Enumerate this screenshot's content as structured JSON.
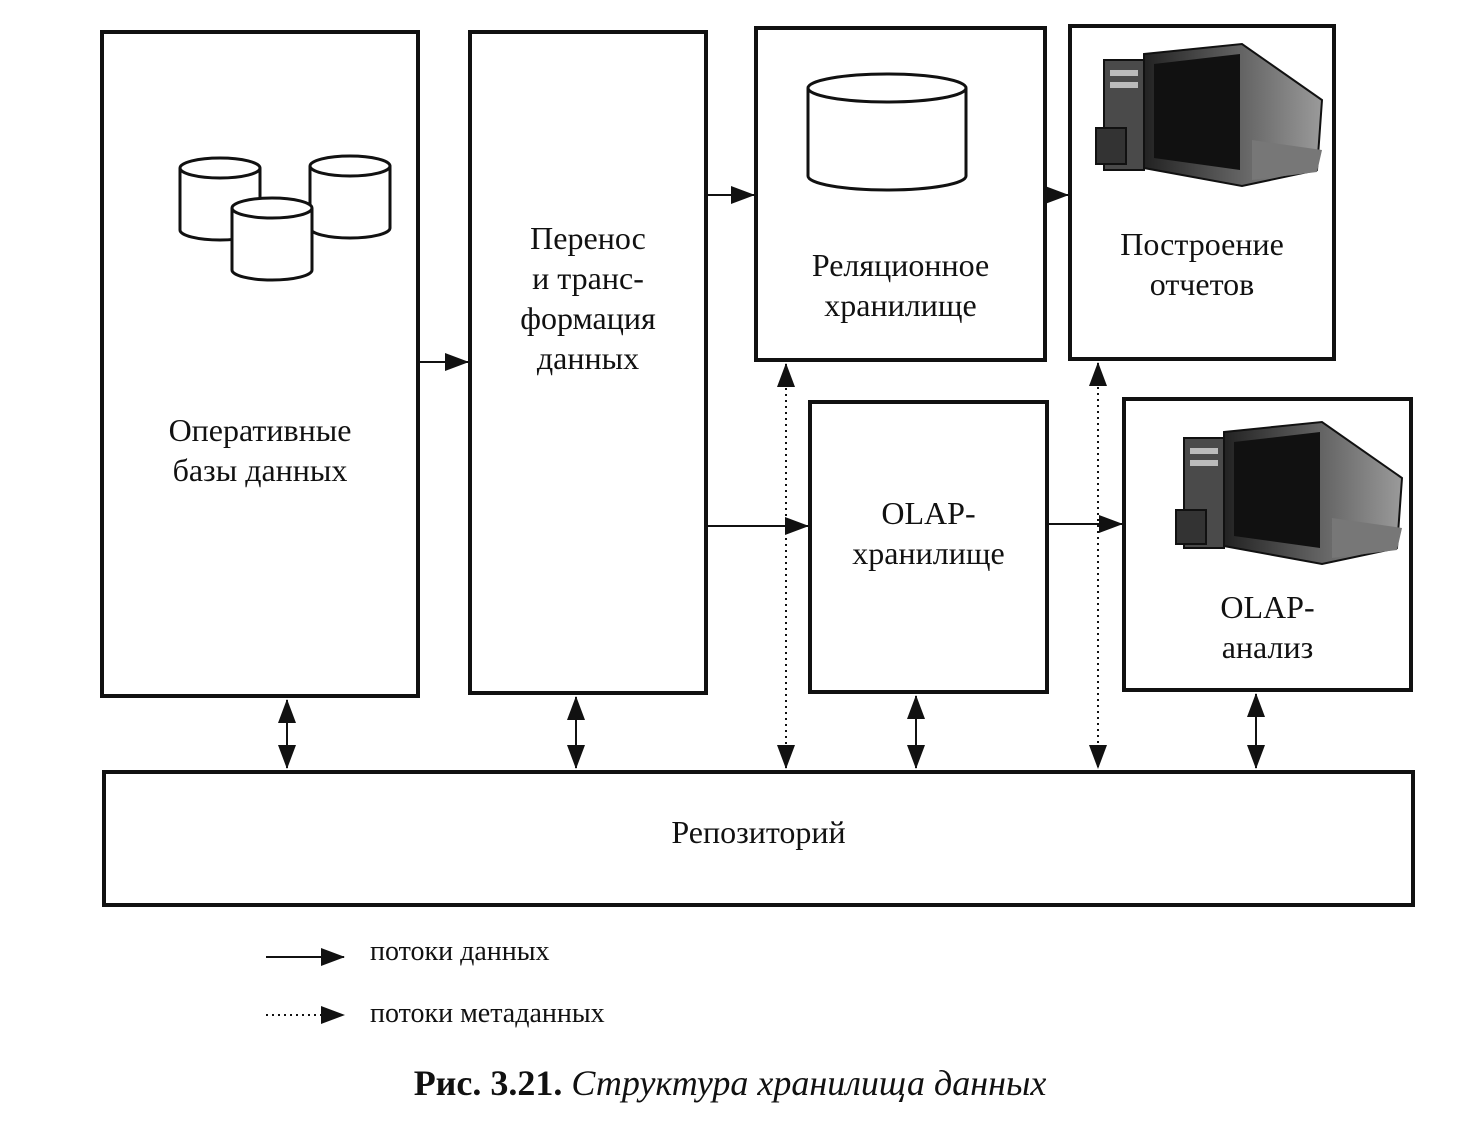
{
  "nodes": {
    "operational": "Оперативные\nбазы данных",
    "transform": "Перенос\nи транс-\nформация\nданных",
    "relational": "Реляционное\nхранилище",
    "reports": "Построение\nотчетов",
    "olap_store": "OLAP-\nхранилище",
    "olap_analysis": "OLAP-\nанализ",
    "repository": "Репозиторий"
  },
  "legend": {
    "data_flows": "потоки данных",
    "metadata_flows": "потоки метаданных"
  },
  "caption": {
    "number": "Рис. 3.21.",
    "title": "Структура хранилища данных"
  },
  "icons": {
    "databases": "database-cylinders-icon",
    "relational_db": "database-cylinder-icon",
    "computer": "computer-icon"
  }
}
